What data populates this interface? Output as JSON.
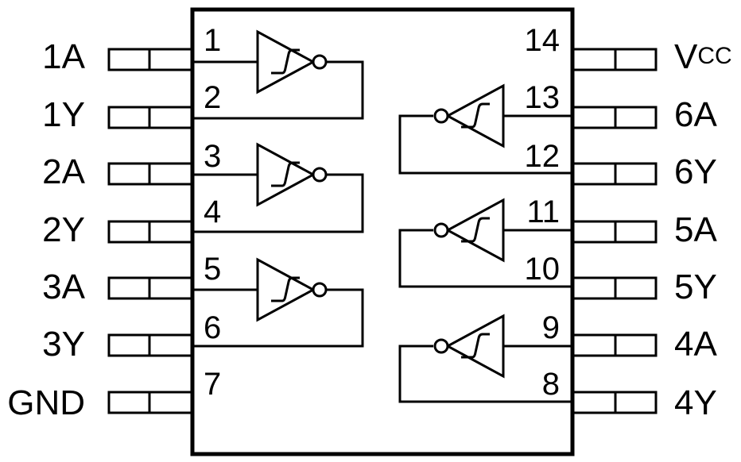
{
  "chip": {
    "left_pins": [
      {
        "number": "1",
        "name": "1A"
      },
      {
        "number": "2",
        "name": "1Y"
      },
      {
        "number": "3",
        "name": "2A"
      },
      {
        "number": "4",
        "name": "2Y"
      },
      {
        "number": "5",
        "name": "3A"
      },
      {
        "number": "6",
        "name": "3Y"
      },
      {
        "number": "7",
        "name": "GND"
      }
    ],
    "right_pins": [
      {
        "number": "14",
        "name_main": "V",
        "name_sub": "CC"
      },
      {
        "number": "13",
        "name": "6A"
      },
      {
        "number": "12",
        "name": "6Y"
      },
      {
        "number": "11",
        "name": "5A"
      },
      {
        "number": "10",
        "name": "5Y"
      },
      {
        "number": "9",
        "name": "4A"
      },
      {
        "number": "8",
        "name": "4Y"
      }
    ],
    "gate_icon": "schmitt-trigger-inverter-icon",
    "gate_count": 6
  }
}
